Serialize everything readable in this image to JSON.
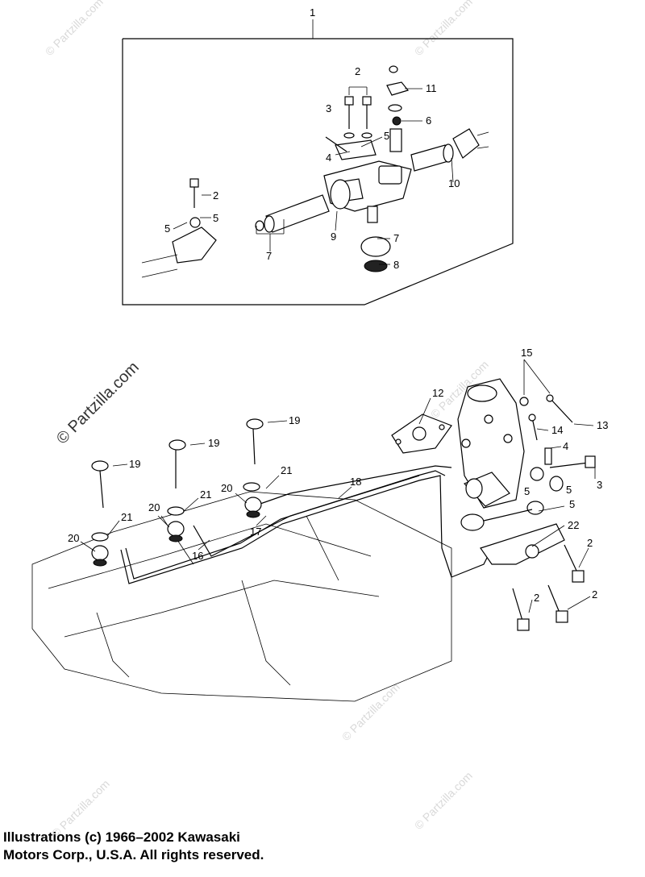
{
  "callouts": [
    {
      "id": "c1",
      "text": "1"
    },
    {
      "id": "c2a",
      "text": "2"
    },
    {
      "id": "c11",
      "text": "11"
    },
    {
      "id": "c3a",
      "text": "3"
    },
    {
      "id": "c6",
      "text": "6"
    },
    {
      "id": "c5a",
      "text": "5"
    },
    {
      "id": "c4a",
      "text": "4"
    },
    {
      "id": "c10",
      "text": "10"
    },
    {
      "id": "c2b",
      "text": "2"
    },
    {
      "id": "c5b",
      "text": "5"
    },
    {
      "id": "c5c",
      "text": "5"
    },
    {
      "id": "c9",
      "text": "9"
    },
    {
      "id": "c7a",
      "text": "7"
    },
    {
      "id": "c7b",
      "text": "7"
    },
    {
      "id": "c8",
      "text": "8"
    },
    {
      "id": "c15",
      "text": "15"
    },
    {
      "id": "c12",
      "text": "12"
    },
    {
      "id": "c13",
      "text": "13"
    },
    {
      "id": "c14",
      "text": "14"
    },
    {
      "id": "c4b",
      "text": "4"
    },
    {
      "id": "c3b",
      "text": "3"
    },
    {
      "id": "c5d",
      "text": "5"
    },
    {
      "id": "c5e",
      "text": "5"
    },
    {
      "id": "c5f",
      "text": "5"
    },
    {
      "id": "c19a",
      "text": "19"
    },
    {
      "id": "c19b",
      "text": "19"
    },
    {
      "id": "c19c",
      "text": "19"
    },
    {
      "id": "c21a",
      "text": "21"
    },
    {
      "id": "c21b",
      "text": "21"
    },
    {
      "id": "c21c",
      "text": "21"
    },
    {
      "id": "c20a",
      "text": "20"
    },
    {
      "id": "c20b",
      "text": "20"
    },
    {
      "id": "c20c",
      "text": "20"
    },
    {
      "id": "c18",
      "text": "18"
    },
    {
      "id": "c17",
      "text": "17"
    },
    {
      "id": "c16",
      "text": "16"
    },
    {
      "id": "c22",
      "text": "22"
    },
    {
      "id": "c2c",
      "text": "2"
    },
    {
      "id": "c2d",
      "text": "2"
    },
    {
      "id": "c2e",
      "text": "2"
    }
  ],
  "watermarks": {
    "small": "© Partzilla.com",
    "large": "© Partzilla.com"
  },
  "copyright": {
    "line1": "Illustrations (c) 1966–2002 Kawasaki",
    "line2": "Motors Corp., U.S.A.  All rights reserved."
  }
}
